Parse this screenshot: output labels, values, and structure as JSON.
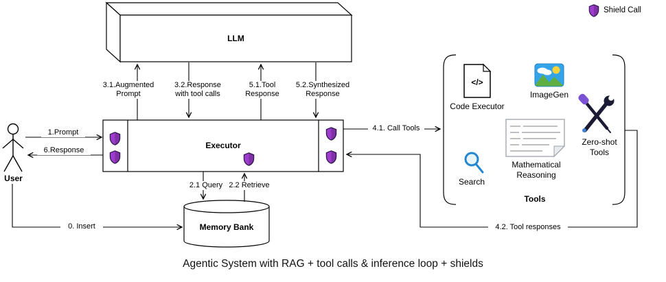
{
  "title": "Agentic System with RAG + tool calls & inference loop + shields",
  "legend": {
    "shield": "Shield Call"
  },
  "nodes": {
    "llm": "LLM",
    "executor": "Executor",
    "user": "User",
    "memory_bank": "Memory Bank",
    "tools_group": "Tools"
  },
  "tools": {
    "code_executor": "Code Executor",
    "imagegen": "ImageGen",
    "search": "Search",
    "math_reasoning": "Mathematical Reasoning",
    "zero_shot": "Zero-shot Tools"
  },
  "icons": {
    "code_glyph": "</>",
    "shield": "shield-icon",
    "search": "search-icon",
    "imagegen": "image-icon",
    "math": "math-note-icon",
    "zero_shot": "crossed-tools-icon"
  },
  "edges": {
    "prompt": "1.Prompt",
    "response": "6.Response",
    "augmented_prompt": "3.1.Augmented Prompt",
    "response_with_tool_calls": "3.2.Response with tool calls",
    "tool_response": "5.1.Tool Response",
    "synthesized_response": "5.2.Synthesized Response",
    "call_tools": "4.1. Call Tools",
    "tool_responses": "4.2. Tool responses",
    "query": "2.1 Query",
    "retrieve": "2.2 Retrieve",
    "insert": "0. Insert"
  },
  "colors": {
    "shield_fill": "#9d3ccd",
    "shield_stroke": "#2f1b4d",
    "search_blue": "#2387cf",
    "image_sky": "#35a3e8",
    "image_hill": "#5fae3f",
    "line": "#000000"
  }
}
